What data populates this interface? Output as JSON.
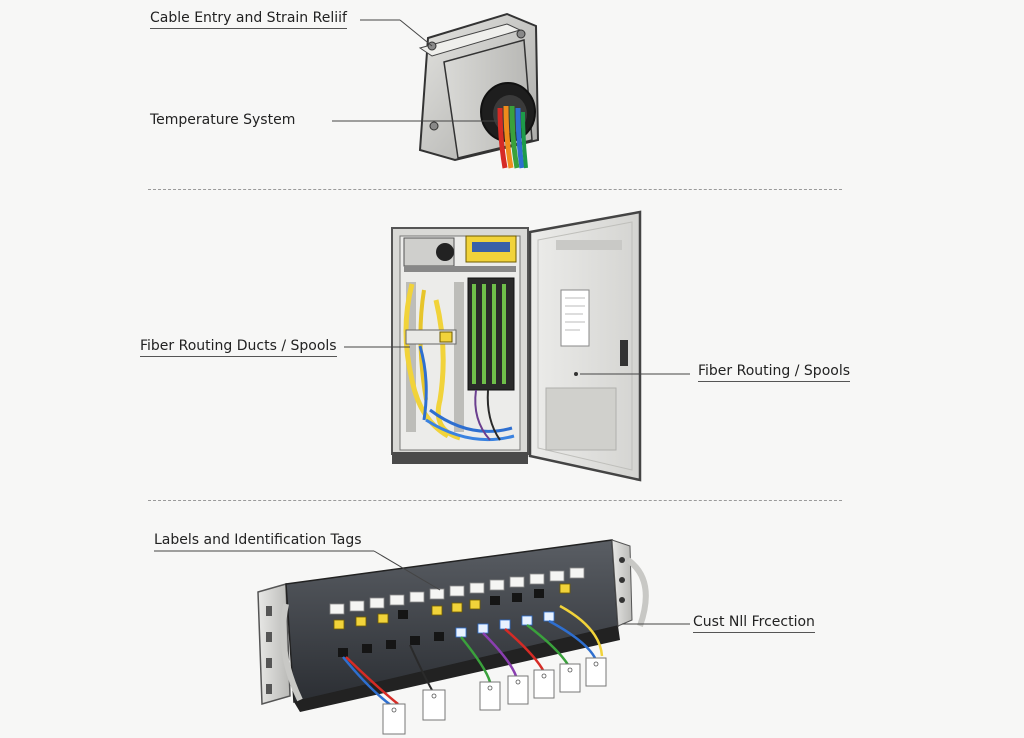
{
  "labels": {
    "cable_entry": "Cable Entry and Strain Reliif",
    "temperature": "Temperature System",
    "fiber_ducts": "Fiber Routing Ducts / Spools",
    "fiber_spools": "Fiber Routing / Spools",
    "labels_tags": "Labels and Identification Tags",
    "cust_null": "Cust Nll Frcection"
  },
  "colors": {
    "enclosure": "#cfcfcc",
    "cabinet_door": "#e3e3df",
    "fiber_yellow": "#f1d33a",
    "rack_panel": "#3a3d42",
    "wire_red": "#d62b25",
    "wire_orange": "#ef8b1c",
    "wire_green": "#3aa13c",
    "wire_blue": "#2e6fd0",
    "wire_purple": "#8a3fb0"
  },
  "icons": [
    "enclosure-illustration",
    "cabinet-illustration",
    "rack-patch-panel-illustration"
  ]
}
